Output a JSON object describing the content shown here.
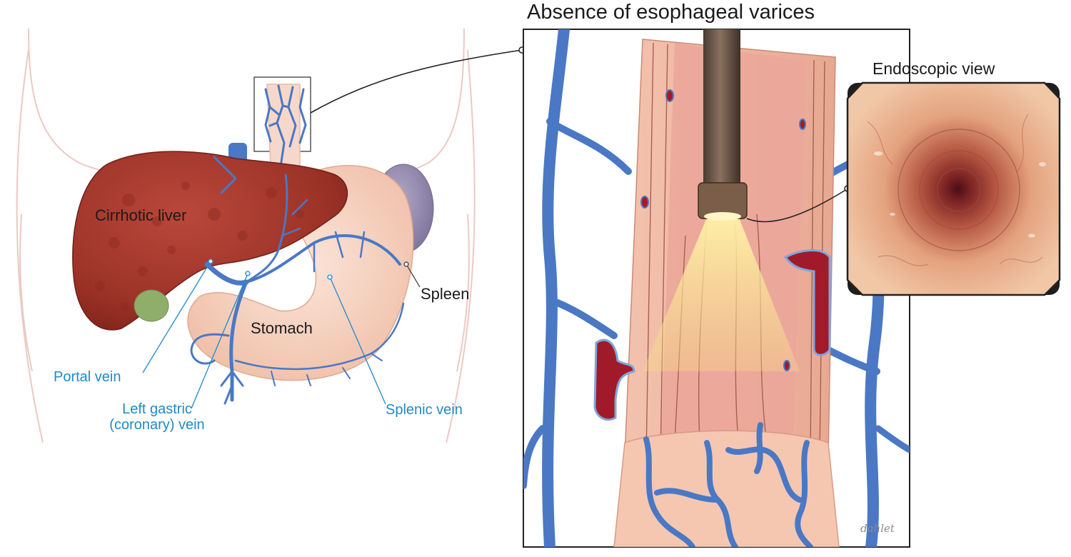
{
  "titles": {
    "main": "Absence of esophageal varices",
    "endoscopic": "Endoscopic view"
  },
  "labels": {
    "cirrhotic_liver": "Cirrhotic liver",
    "stomach": "Stomach",
    "spleen": "Spleen",
    "portal_vein": "Portal vein",
    "left_gastric_line1": "Left gastric",
    "left_gastric_line2": "(coronary) vein",
    "splenic_vein": "Splenic vein"
  },
  "signature": "dahlet",
  "colors": {
    "liver": "#a6362a",
    "stomach": "#f2c9b4",
    "spleen": "#8f86ab",
    "vein": "#4a78c4",
    "varix_blood": "#a11a2a",
    "label_blue": "#1e8ac9",
    "esophagus_inner": "#e9a89a",
    "endoscope": "#6b5443"
  }
}
